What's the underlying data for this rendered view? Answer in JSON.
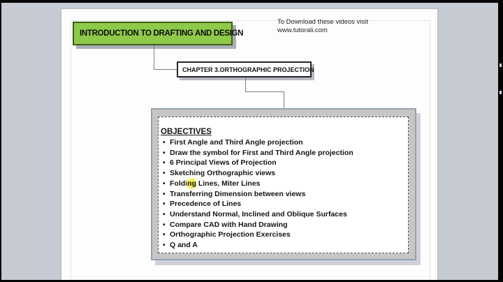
{
  "video": {
    "note": "To Download these videos visit www.tutorali.com"
  },
  "diagram": {
    "title_box": "INTRODUCTION TO DRAFTING AND DESIGN",
    "chapter_box": "CHAPTER 3.ORTHOGRAPHIC PROJECTION",
    "bullet_glyph": "•"
  },
  "objectives": {
    "heading": "OBJECTIVES",
    "items": [
      "First Angle and Third Angle projection",
      "Draw the symbol for First and Third Angle projection",
      "6 Principal Views of Projection",
      "Sketching Orthographic views",
      {
        "pre": "Foldi",
        "hl": "ng",
        "post": " Lines, Miter Lines"
      },
      "Transferring Dimension between views",
      "Precedence of Lines",
      "Understand Normal, Inclined and Oblique Surfaces",
      "Compare CAD with Hand Drawing",
      "Orthographic Projection Exercises",
      "Q and A"
    ]
  },
  "colors": {
    "background": "#c6cad3",
    "title_box_fill": "#8ec94a",
    "title_box_border": "#3f5c12",
    "frame_box_fill": "#c6c6c6",
    "frame_box_border": "#93a2ae",
    "connector": "#7f7f7f",
    "highlight": "#f4ec4e"
  }
}
